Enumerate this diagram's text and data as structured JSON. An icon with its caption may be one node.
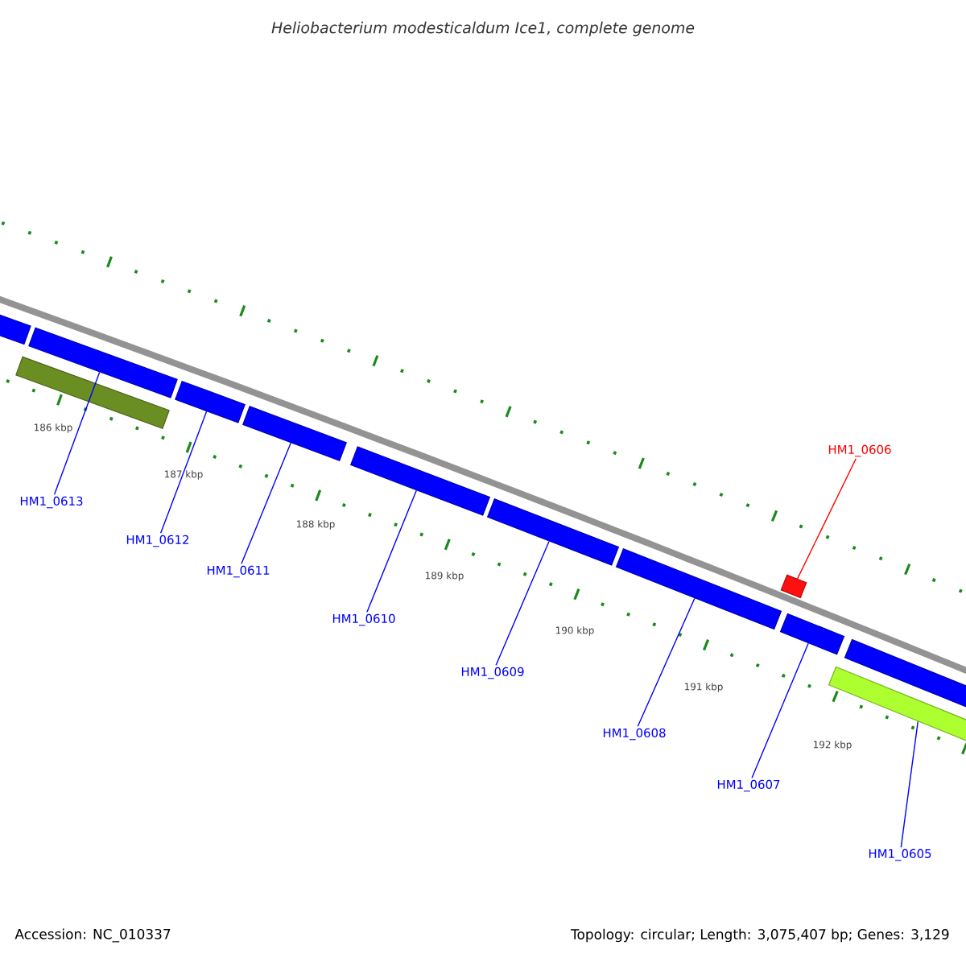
{
  "diagram": {
    "title": "Heliobacterium modesticaldum Ice1, complete genome",
    "nodes": [
      {
        "text": [],
        "shape": "bar"
      },
      {
        "text": [],
        "shape": "bar"
      },
      {
        "text": [],
        "shape": "bar"
      },
      {
        "text": [],
        "shape": "bar"
      },
      {
        "text": [],
        "shape": "bar"
      },
      {
        "text": [],
        "shape": "bar"
      },
      {
        "text": [],
        "shape": "bar"
      },
      {
        "text": [],
        "shape": "bar"
      },
      {
        "text": [],
        "shape": "bar"
      },
      {
        "text": [],
        "shape": "bar"
      },
      {
        "text": [],
        "shape": "bar"
      },
      {
        "text": [],
        "shape": "bar"
      },
      {
        "text": [
          "HM1_0613"
        ]
      },
      {
        "text": [
          "HM1_0612"
        ]
      },
      {
        "text": [
          "HM1_0611"
        ]
      },
      {
        "text": [
          "HM1_0610"
        ]
      },
      {
        "text": [
          "HM1_0609"
        ]
      },
      {
        "text": [
          "HM1_0608"
        ]
      },
      {
        "text": [
          "HM1_0606"
        ]
      },
      {
        "text": [
          "HM1_0607"
        ]
      },
      {
        "text": [
          "HM1_0605"
        ]
      }
    ],
    "edges": [
      {
        "from": 12,
        "to": 2,
        "arrow": "none"
      },
      {
        "from": 13,
        "to": 3,
        "arrow": "none"
      },
      {
        "from": 14,
        "to": 4,
        "arrow": "none"
      },
      {
        "from": 15,
        "to": 5,
        "arrow": "none"
      },
      {
        "from": 16,
        "to": 6,
        "arrow": "none"
      },
      {
        "from": 17,
        "to": 7,
        "arrow": "none"
      },
      {
        "from": 18,
        "to": 8,
        "arrow": "none",
        "color": "#ff0000"
      },
      {
        "from": 19,
        "to": 9,
        "arrow": "none"
      },
      {
        "from": 20,
        "to": 10,
        "arrow": "none"
      }
    ],
    "labels": [
      "186 kbp",
      "187 kbp",
      "188 kbp",
      "189 kbp",
      "190 kbp",
      "191 kbp",
      "192 kbp",
      "Accession: NC_010337",
      "Topology: circular; Length: 3,075,407 bp; Genes: 3,129"
    ]
  }
}
